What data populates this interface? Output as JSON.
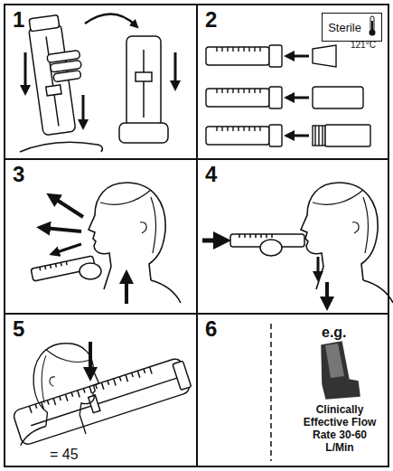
{
  "diagram": {
    "nodes": [
      {
        "text": [
          "1"
        ]
      },
      {
        "text": [
          "2"
        ]
      },
      {
        "text": [
          "Sterile"
        ],
        "in": 1
      },
      {
        "text": [
          "3"
        ]
      },
      {
        "text": [
          "4"
        ]
      },
      {
        "text": [
          "5"
        ]
      },
      {
        "text": [
          "6"
        ]
      }
    ],
    "labels": [
      "121°C",
      "e.g.",
      "Clinically Effective Flow Rate 30-60 L/Min",
      "= 45"
    ]
  }
}
